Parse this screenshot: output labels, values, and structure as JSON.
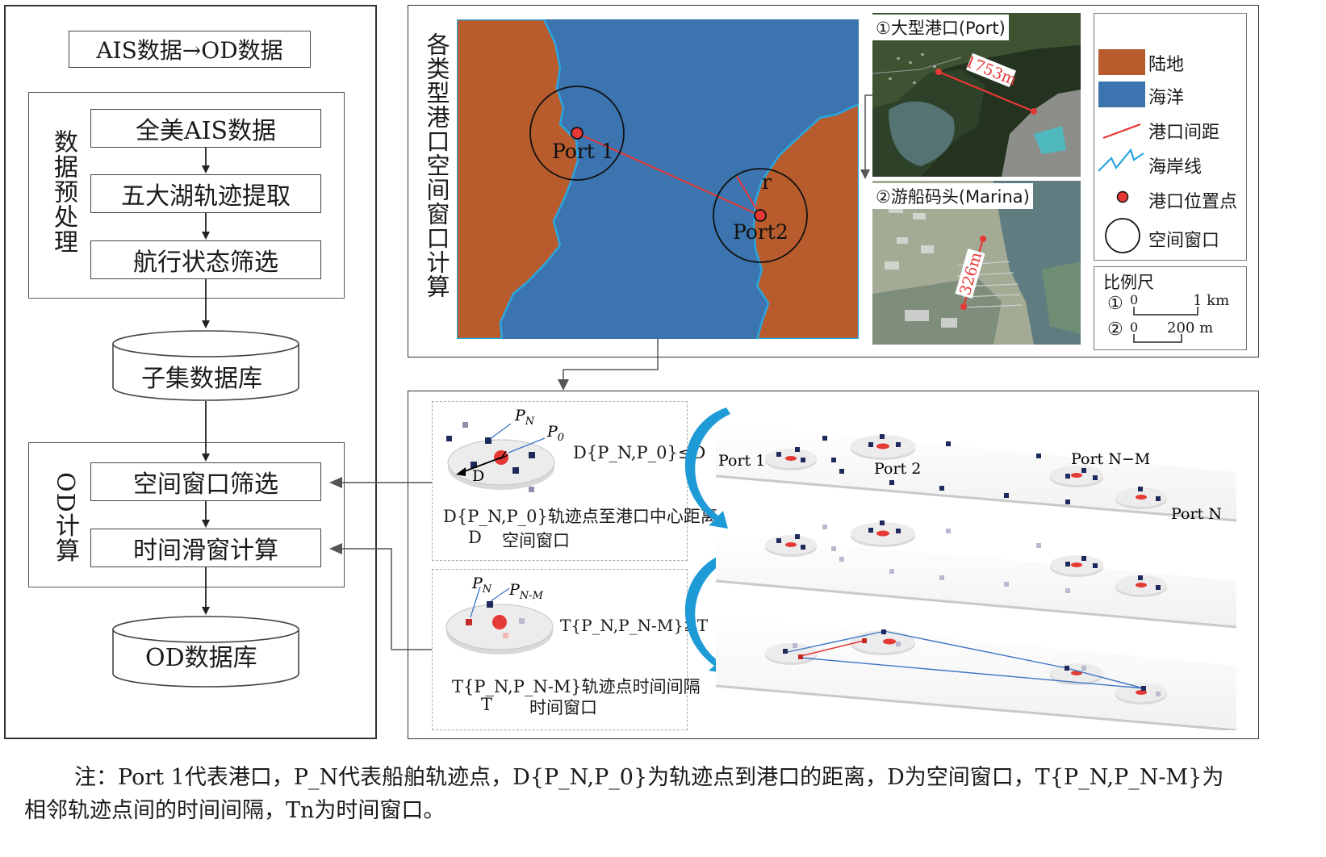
{
  "flowchart": {
    "title": "AIS数据→OD数据",
    "preprocess": {
      "group_label": "数据预处理",
      "steps": [
        "全美AIS数据",
        "五大湖轨迹提取",
        "航行状态筛选"
      ]
    },
    "subset_db": "子集数据库",
    "od_calc": {
      "group_label": "OD计算",
      "steps": [
        "空间窗口筛选",
        "时间滑窗计算"
      ]
    },
    "od_db": "OD数据库"
  },
  "window_panel": {
    "vertical_title": "各类型港口空间窗口计算",
    "port1": "Port 1",
    "port2": "Port2",
    "radius": "r"
  },
  "insets": {
    "port": {
      "label": "①大型港口(Port)",
      "distance": "1753m"
    },
    "marina": {
      "label": "②游船码头(Marina)",
      "distance": "326m"
    }
  },
  "legend": {
    "items": [
      {
        "label": "陆地",
        "color": "#b85c2e"
      },
      {
        "label": "海洋",
        "color": "#3b74ae"
      },
      {
        "label": "港口间距",
        "color": "#e53935"
      },
      {
        "label": "海岸线",
        "color": "#29a6e0"
      },
      {
        "label": "港口位置点",
        "color": "#e53935"
      },
      {
        "label": "空间窗口",
        "color": "#000000"
      }
    ]
  },
  "scale": {
    "title": "比例尺",
    "rows": [
      {
        "index": "①",
        "start": "0",
        "end": "1 km"
      },
      {
        "index": "②",
        "start": "0",
        "end": "200 m"
      }
    ]
  },
  "space_window": {
    "pn": "P",
    "pn_sub": "N",
    "p0": "P",
    "p0_sub": "0",
    "d": "D",
    "condition": "D{P_N,P_0}≤D",
    "desc1": "D{P_N,P_0}轨迹点至港口中心距离",
    "desc2_symbol": "D",
    "desc2_text": "空间窗口"
  },
  "time_window": {
    "pn": "P",
    "pn_sub": "N",
    "pnm": "P",
    "pnm_sub": "N-M",
    "condition": "T{P_N,P_N-M}≥T",
    "desc1": "T{P_N,P_N-M}轨迹点时间间隔",
    "desc2_symbol": "T",
    "desc2_text": "时间窗口"
  },
  "port_layers": {
    "labels": [
      "Port 1",
      "Port 2",
      "Port N−M",
      "Port N"
    ]
  },
  "note": {
    "line1": "注：Port 1代表港口，P_N代表船舶轨迹点，D{P_N,P_0}为轨迹点到港口的距离，D为空间窗口，T{P_N,P_N-M}为",
    "line2": "相邻轨迹点间的时间间隔，Tn为时间窗口。"
  },
  "colors": {
    "land": "#b85c2e",
    "ocean": "#3b74ae",
    "coast": "#29a6e0",
    "port_red": "#e53935",
    "ship_navy": "#1f2a5c",
    "arrow_blue": "#1e9bd7"
  }
}
